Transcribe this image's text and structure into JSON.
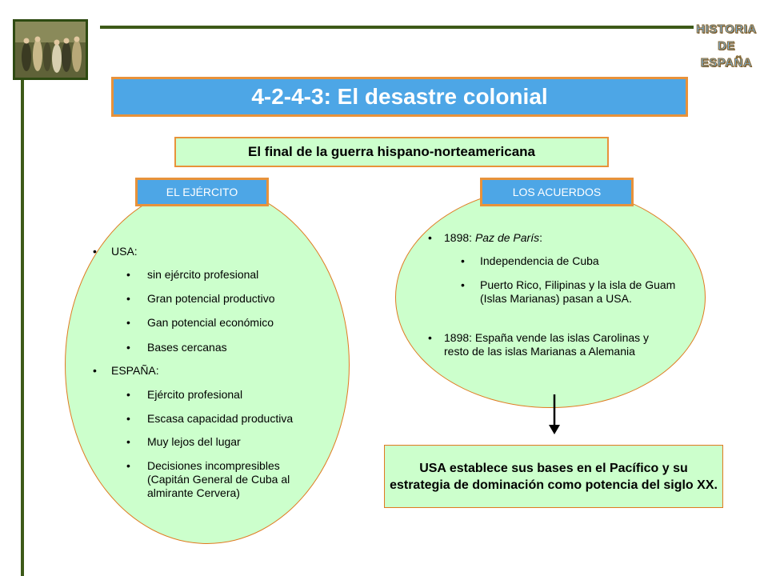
{
  "logo": {
    "line1": "HISTORIA",
    "line2": "DE",
    "line3": "ESPAÑA"
  },
  "title": "4-2-4-3: El desastre colonial",
  "subtitle": "El final de la guerra hispano-norteamericana",
  "left": {
    "tag": "EL EJÉRCITO",
    "usa_label": "USA:",
    "usa_items": [
      "sin ejército profesional",
      "Gran potencial productivo",
      "Gan potencial económico",
      "Bases cercanas"
    ],
    "espana_label": "ESPAÑA:",
    "espana_items": [
      "Ejército profesional",
      "Escasa capacidad productiva",
      "Muy lejos del lugar",
      "Decisiones incompresibles (Capitán General de Cuba al almirante Cervera)"
    ]
  },
  "right": {
    "tag": "LOS ACUERDOS",
    "paz_prefix": "1898: ",
    "paz_title": "Paz de París",
    "paz_suffix": ":",
    "paz_items": [
      "Independencia de Cuba",
      "Puerto Rico, Filipinas  y la isla de Guam (Islas Marianas) pasan a USA."
    ],
    "venta": "1898: España vende las islas Carolinas y resto de las islas Marianas a Alemania"
  },
  "conclusion": "USA establece sus bases en el Pacífico y su estrategia de dominación como potencia del siglo XX.",
  "colors": {
    "header_blue": "#4da6e6",
    "border_orange": "#e8923a",
    "box_green": "#ccffcc",
    "line_green": "#3d5a18"
  }
}
